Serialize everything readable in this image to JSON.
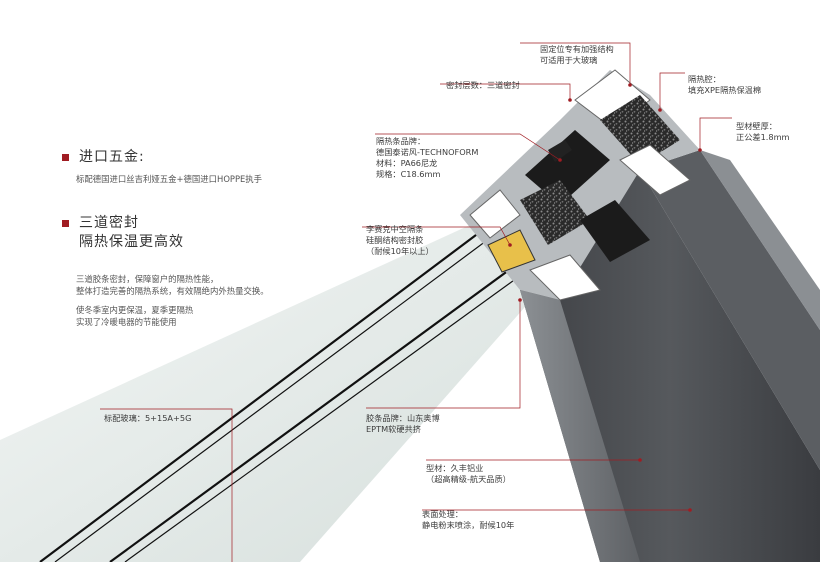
{
  "section1": {
    "heading": "进口五金:",
    "text": "标配德国进口丝吉利娅五金+德国进口HOPPE执手"
  },
  "section2": {
    "heading_line1": "三道密封",
    "heading_line2": "隔热保温更高效",
    "para1_line1": "三道胶条密封，保障窗户的隔热性能，",
    "para1_line2": "整体打造完善的隔热系统，有效隔绝内外热量交换。",
    "para2_line1": "使冬季室内更保温，夏季更隔热",
    "para2_line2": "实现了冷暖电器的节能使用"
  },
  "annotations": {
    "fixed_position": [
      "固定位专有加强结构",
      "可适用于大玻璃"
    ],
    "seal_layers": "密封层数：三道密封",
    "cavity": [
      "隔热腔：",
      "填充XPE隔热保温棉"
    ],
    "wall_thickness": [
      "型材壁厚：",
      "正公差1.8mm"
    ],
    "strip": [
      "隔热条品牌：",
      "德国泰诺风-TECHNOFORM",
      "材料：PA66尼龙",
      "规格：C18.6mm"
    ],
    "spacer": [
      "李赛克中空隔条",
      "硅酮结构密封胶",
      "（耐候10年以上）"
    ],
    "glass": "标配玻璃：5+15A+5G",
    "gasket": [
      "胶条品牌：山东奥博",
      "EPTM软硬共挤"
    ],
    "profile": [
      "型材：久丰铝业",
      "（超高精级-航天品质）"
    ],
    "surface": [
      "表面处理：",
      "静电粉末喷涂，耐候10年"
    ]
  },
  "colors": {
    "accent": "#a01c22",
    "frame_dark": "#4a4c50",
    "frame_side": "#6d7074",
    "glass": "#dfe6e4"
  }
}
